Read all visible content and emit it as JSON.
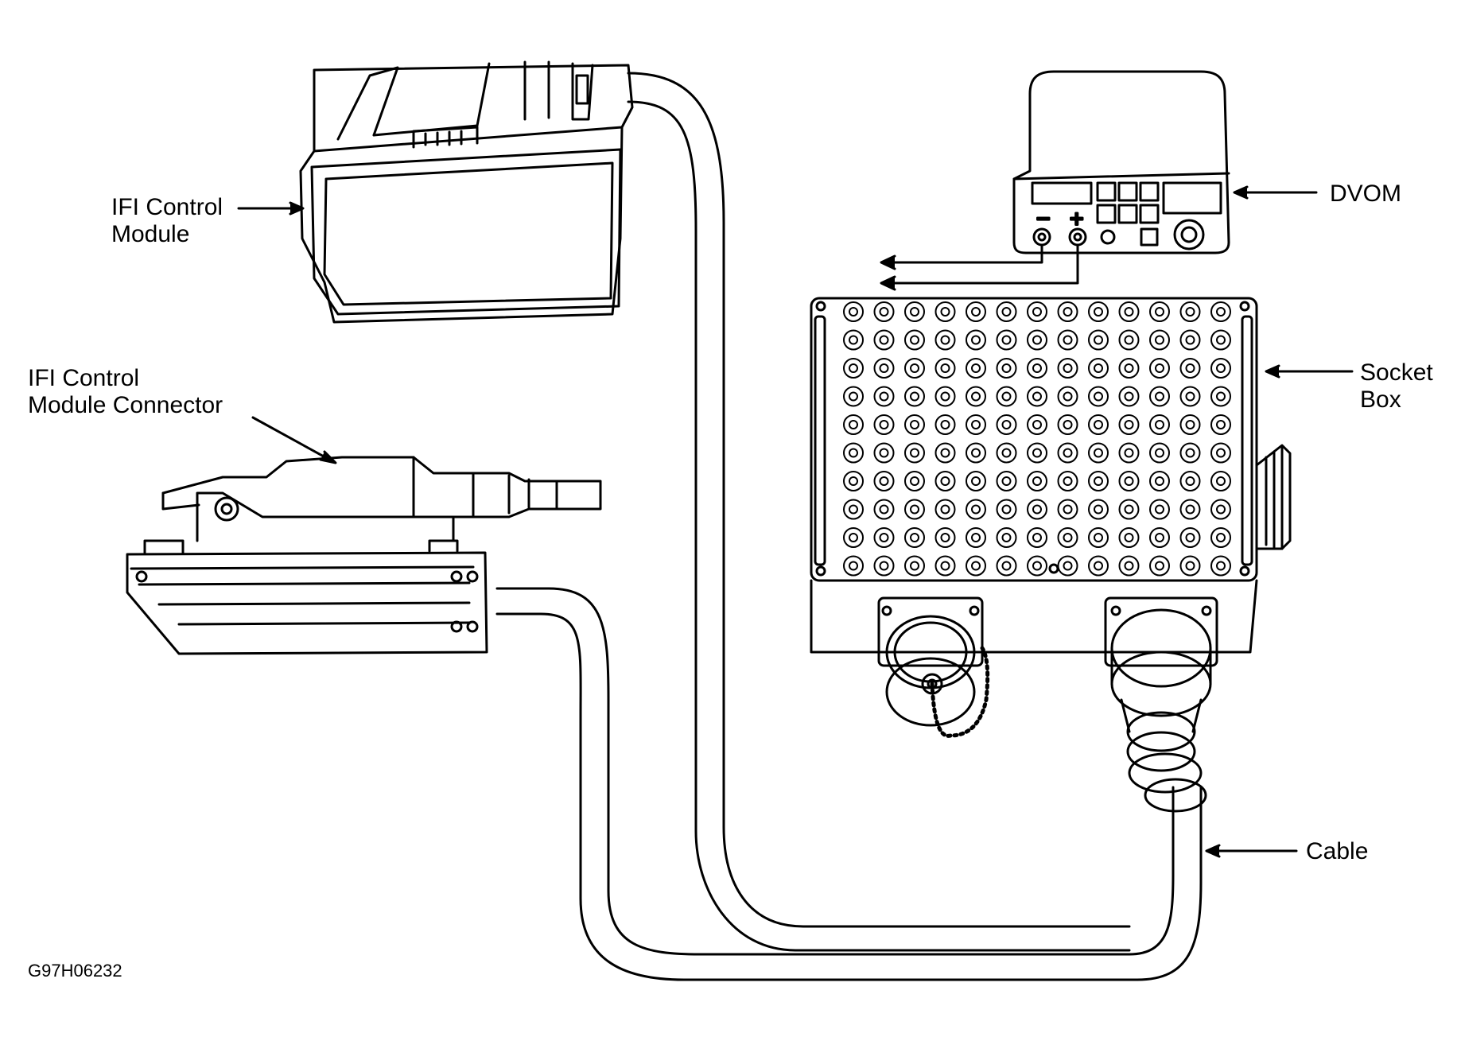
{
  "labels": {
    "module": [
      "IFI Control",
      "Module"
    ],
    "connector": [
      "IFI Control",
      "Module Connector"
    ],
    "dvom": "DVOM",
    "socket_box": [
      "Socket",
      "Box"
    ],
    "cable": "Cable",
    "meter_minus": "−",
    "meter_plus": "+",
    "figure_id": "G97H06232"
  },
  "colors": {
    "ink": "#000000",
    "paper": "#ffffff"
  },
  "socket_box": {
    "rows": 10,
    "cols": 13
  }
}
